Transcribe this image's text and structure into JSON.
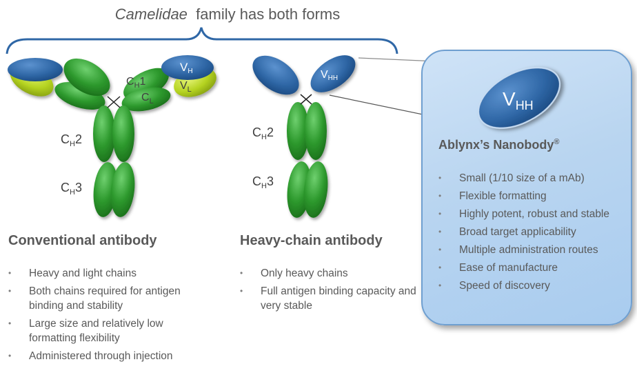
{
  "title": {
    "italic": "Camelidae",
    "rest": "family has both forms"
  },
  "conventional": {
    "heading": "Conventional antibody",
    "labels": {
      "ch1": "C",
      "ch1_sub": "H",
      "ch1_num": "1",
      "cl": "C",
      "cl_sub": "L",
      "vh": "V",
      "vh_sub": "H",
      "vl": "V",
      "vl_sub": "L",
      "ch2": "C",
      "ch2_sub": "H",
      "ch2_num": "2",
      "ch3": "C",
      "ch3_sub": "H",
      "ch3_num": "3"
    },
    "bullets": [
      "Heavy and light chains",
      "Both chains required for antigen binding and stability",
      "Large size and relatively low formatting flexibility",
      "Administered through injection"
    ]
  },
  "heavy_chain": {
    "heading": "Heavy-chain antibody",
    "labels": {
      "vhh": "V",
      "vhh_sub": "HH",
      "ch2": "C",
      "ch2_sub": "H",
      "ch2_num": "2",
      "ch3": "C",
      "ch3_sub": "H",
      "ch3_num": "3"
    },
    "bullets": [
      "Only heavy chains",
      "Full antigen binding capacity and very stable"
    ]
  },
  "nanobody": {
    "vhh": "V",
    "vhh_sub": "HH",
    "title": "Ablynx’s Nanobody",
    "title_mark": "®",
    "bullets": [
      "Small (1/10 size of a mAb)",
      "Flexible formatting",
      "Highly potent, robust and stable",
      "Broad target applicability",
      "Multiple administration routes",
      "Ease of manufacture",
      "Speed of discovery"
    ]
  },
  "colors": {
    "green": "#2e9a2e",
    "lime": "#b5d321",
    "blue": "#2f67a6",
    "box": "#b9d5f0"
  }
}
